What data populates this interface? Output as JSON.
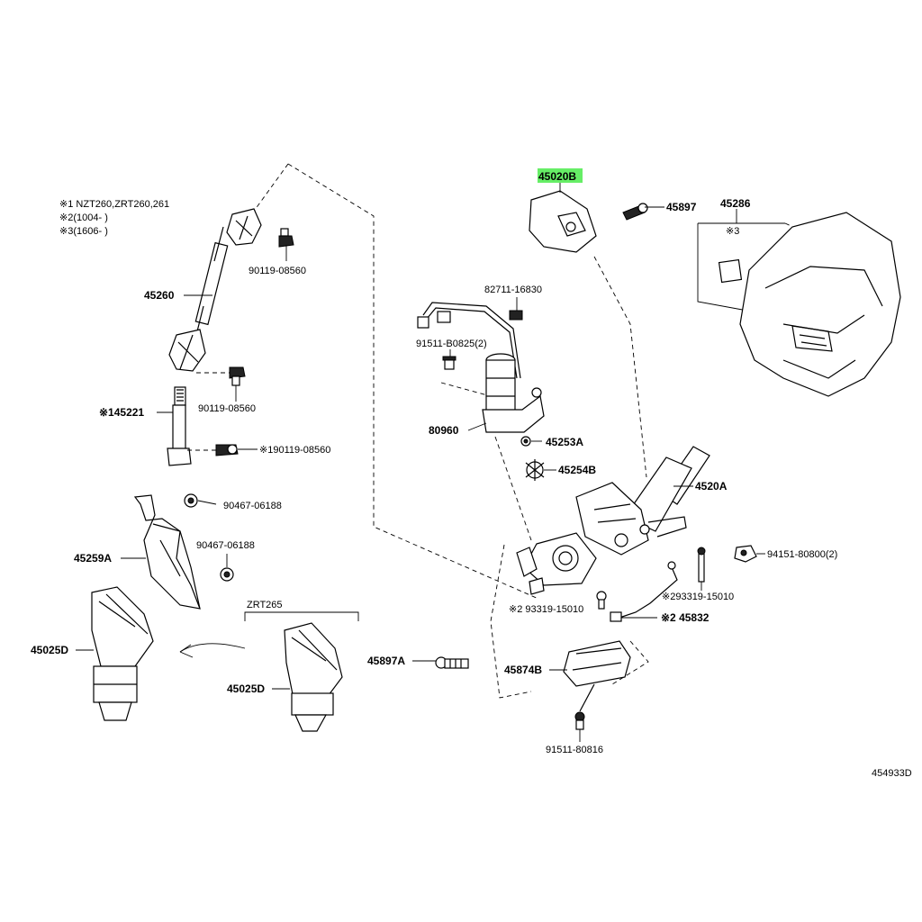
{
  "notes": [
    {
      "mark": "※1",
      "text": "NZT260,ZRT260,261"
    },
    {
      "mark": "※2",
      "text": "(1004-    )"
    },
    {
      "mark": "※3",
      "text": "(1606-    )"
    }
  ],
  "labels": {
    "p45020B": "45020B",
    "p45897": "45897",
    "p45286": "45286",
    "p45286_note": "※3",
    "p45260": "45260",
    "p90119a": "90119-08560",
    "p90119b": "90119-08560",
    "p145221": "※145221",
    "p190119": "※190119-08560",
    "p82711": "82711-16830",
    "p91511b": "91511-B0825(2)",
    "p80960": "80960",
    "p45253A": "45253A",
    "p45254B": "45254B",
    "p4520A": "4520A",
    "p90467a": "90467-06188",
    "p90467b": "90467-06188",
    "p45259A": "45259A",
    "p94151": "94151-80800(2)",
    "p93319r": "※293319-15010",
    "p93319l": "※2 93319-15010",
    "p45832": "※2 45832",
    "pZRT265": "ZRT265",
    "p45025Dl": "45025D",
    "p45025Dr": "45025D",
    "p45897A": "45897A",
    "p45874B": "45874B",
    "p91511": "91511-80816",
    "figure_code": "454933D"
  },
  "highlight_color": "#66ee66"
}
